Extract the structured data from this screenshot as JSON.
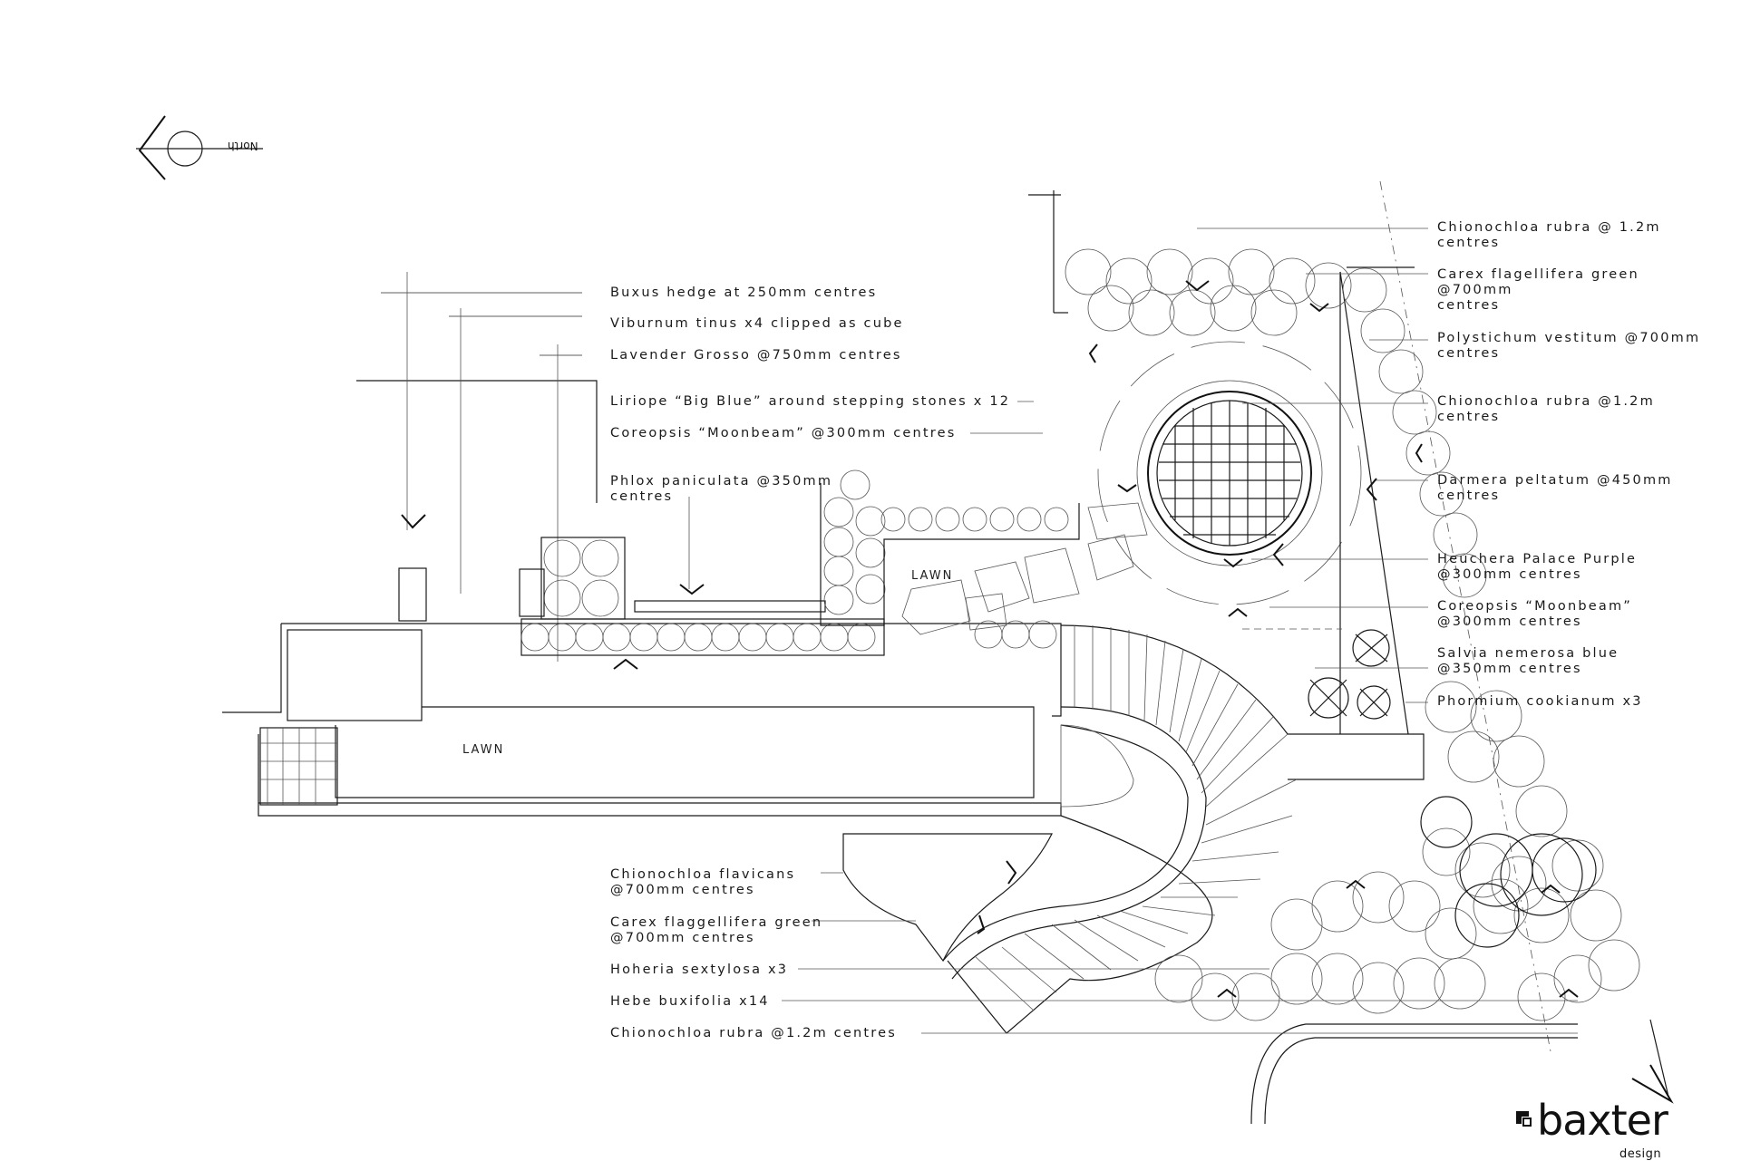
{
  "north_label": "North",
  "labels_left": [
    "Buxus hedge at 250mm centres",
    "Viburnum tinus x4 clipped as cube",
    "Lavender Grosso @750mm centres",
    "Liriope “Big Blue” around stepping stones x 12",
    "Coreopsis “Moonbeam” @300mm centres",
    "Phlox paniculata @350mm\ncentres",
    "Chionochloa flavicans\n@700mm centres",
    "Carex flaggellifera green\n@700mm centres",
    "Hoheria sextylosa x3",
    "Hebe buxifolia x14",
    "Chionochloa rubra @1.2m centres"
  ],
  "labels_right": [
    "Chionochloa rubra @ 1.2m\ncentres",
    "Carex flagellifera green\n@700mm\ncentres",
    "Polystichum vestitum @700mm\ncentres",
    "Chionochloa rubra @1.2m\ncentres",
    "Darmera peltatum @450mm\ncentres",
    "Heuchera Palace Purple\n@300mm centres",
    "Coreopsis “Moonbeam”\n@300mm centres",
    "Salvia nemerosa blue\n@350mm centres",
    "Phormium cookianum x3"
  ],
  "lawn_labels": [
    "LAWN",
    "LAWN"
  ],
  "brand": {
    "name": "baxter",
    "sub": "design"
  }
}
